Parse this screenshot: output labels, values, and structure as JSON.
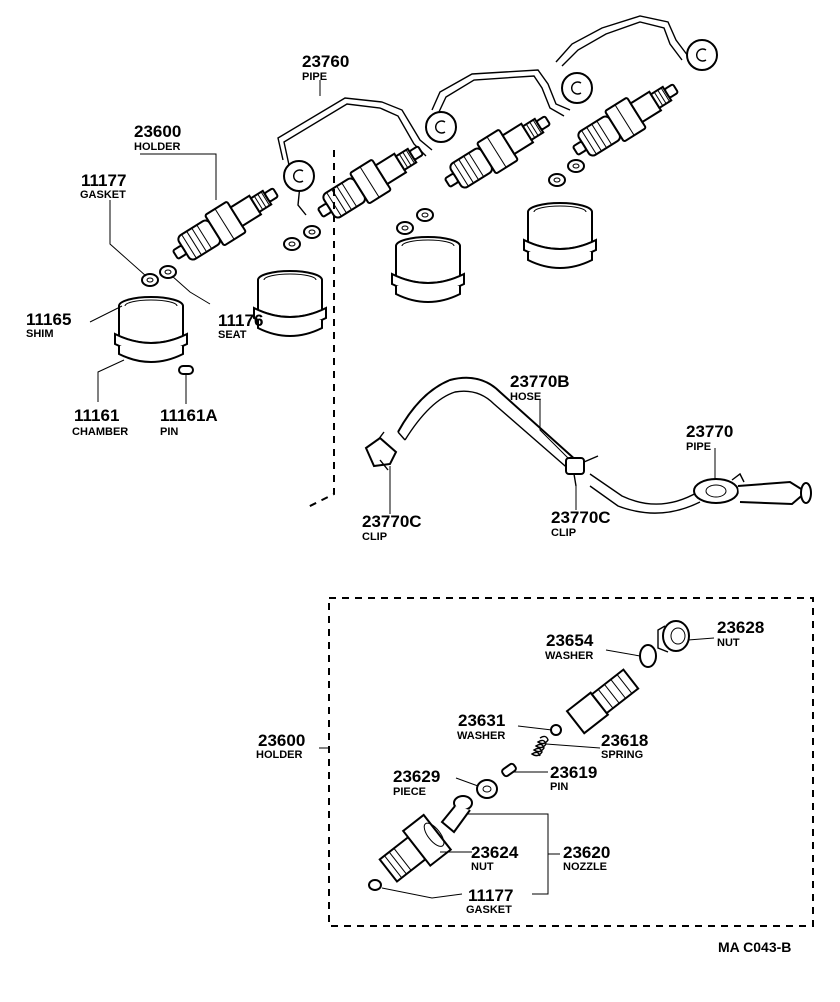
{
  "diagram": {
    "code": "MA  C043-B",
    "labels": {
      "pipe_23760": {
        "number": "23760",
        "name": "PIPE"
      },
      "holder_23600": {
        "number": "23600",
        "name": "HOLDER"
      },
      "gasket_11177": {
        "number": "11177",
        "name": "GASKET"
      },
      "shim_11165": {
        "number": "11165",
        "name": "SHIM"
      },
      "seat_11176": {
        "number": "11176",
        "name": "SEAT"
      },
      "chamber_11161": {
        "number": "11161",
        "name": "CHAMBER"
      },
      "pin_11161a": {
        "number": "11161A",
        "name": "PIN"
      },
      "hose_23770b": {
        "number": "23770B",
        "name": "HOSE"
      },
      "pipe_23770": {
        "number": "23770",
        "name": "PIPE"
      },
      "clip_left_23770c": {
        "number": "23770C",
        "name": "CLIP"
      },
      "clip_right_23770c": {
        "number": "23770C",
        "name": "CLIP"
      },
      "nut_23628": {
        "number": "23628",
        "name": "NUT"
      },
      "washer_23654": {
        "number": "23654",
        "name": "WASHER"
      },
      "holder_detail_23600": {
        "number": "23600",
        "name": "HOLDER"
      },
      "washer_23631": {
        "number": "23631",
        "name": "WASHER"
      },
      "spring_23618": {
        "number": "23618",
        "name": "SPRING"
      },
      "piece_23629": {
        "number": "23629",
        "name": "PIECE"
      },
      "pin_23619": {
        "number": "23619",
        "name": "PIN"
      },
      "nut_23624": {
        "number": "23624",
        "name": "NUT"
      },
      "nozzle_23620": {
        "number": "23620",
        "name": "NOZZLE"
      },
      "gasket_detail_11177": {
        "number": "11177",
        "name": "GASKET"
      }
    }
  }
}
